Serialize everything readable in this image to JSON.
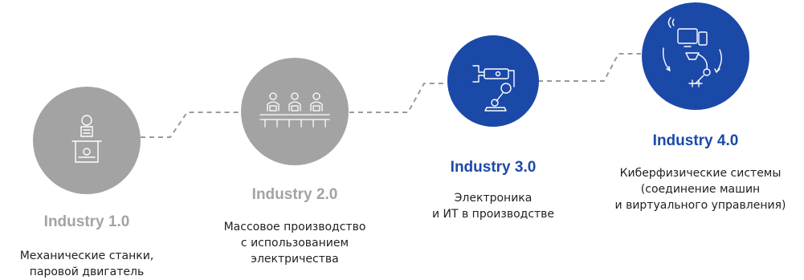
{
  "colors": {
    "grey_circle": "#a3a3a3",
    "blue_circle": "#1b49a8",
    "grey_title": "#a3a3a3",
    "blue_title": "#1b49a8",
    "connector": "#9a9a9a",
    "text": "#222222"
  },
  "stages": [
    {
      "title": "Industry 1.0",
      "icon": "steam-machine-operator-icon",
      "tone": "grey",
      "description": [
        "Механические станки,",
        "паровой двигатель"
      ]
    },
    {
      "title": "Industry 2.0",
      "icon": "assembly-line-workers-icon",
      "tone": "grey",
      "description": [
        "Массовое производство",
        "с использованием",
        "электричества"
      ]
    },
    {
      "title": "Industry 3.0",
      "icon": "robotic-arm-icon",
      "tone": "blue",
      "description": [
        "Электроника",
        "и ИТ в производстве"
      ]
    },
    {
      "title": "Industry 4.0",
      "icon": "cyber-physical-devices-robot-icon",
      "tone": "blue",
      "description": [
        "Киберфизические системы",
        "(соединение машин",
        "и виртуального управления)"
      ]
    }
  ]
}
